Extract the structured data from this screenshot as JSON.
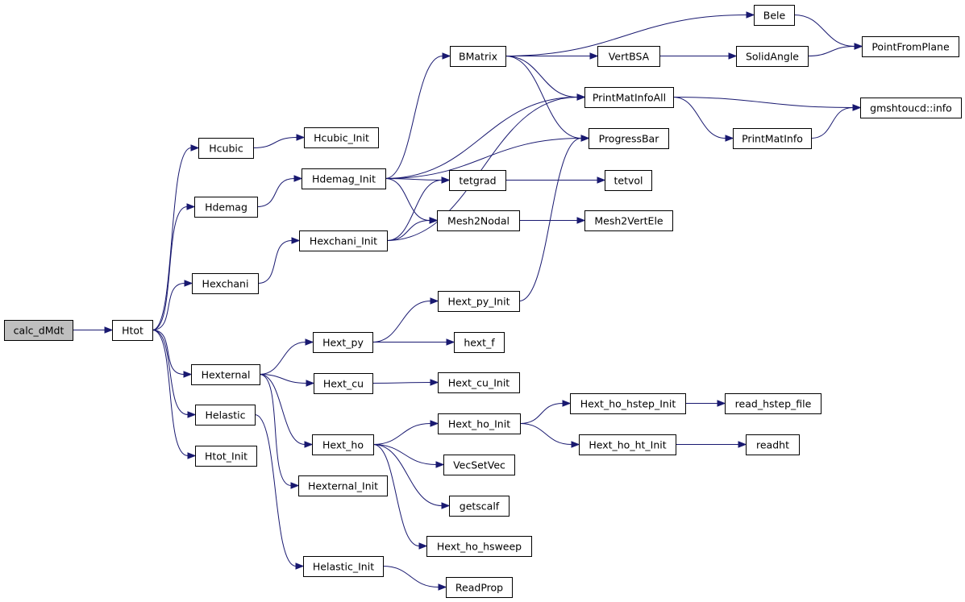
{
  "diagram": {
    "nodes": [
      {
        "id": "calc_dMdt",
        "label": "calc_dMdt",
        "root": true
      },
      {
        "id": "Htot",
        "label": "Htot"
      },
      {
        "id": "Hcubic",
        "label": "Hcubic"
      },
      {
        "id": "Hdemag",
        "label": "Hdemag"
      },
      {
        "id": "Hexchani",
        "label": "Hexchani"
      },
      {
        "id": "Hexternal",
        "label": "Hexternal"
      },
      {
        "id": "Helastic",
        "label": "Helastic"
      },
      {
        "id": "Htot_Init",
        "label": "Htot_Init"
      },
      {
        "id": "Hcubic_Init",
        "label": "Hcubic_Init"
      },
      {
        "id": "Hdemag_Init",
        "label": "Hdemag_Init"
      },
      {
        "id": "Hexchani_Init",
        "label": "Hexchani_Init"
      },
      {
        "id": "Hext_py",
        "label": "Hext_py"
      },
      {
        "id": "Hext_cu",
        "label": "Hext_cu"
      },
      {
        "id": "Hext_ho",
        "label": "Hext_ho"
      },
      {
        "id": "Hexternal_Init",
        "label": "Hexternal_Init"
      },
      {
        "id": "Helastic_Init",
        "label": "Helastic_Init"
      },
      {
        "id": "BMatrix",
        "label": "BMatrix"
      },
      {
        "id": "tetgrad",
        "label": "tetgrad"
      },
      {
        "id": "Mesh2Nodal",
        "label": "Mesh2Nodal"
      },
      {
        "id": "Hext_py_Init",
        "label": "Hext_py_Init"
      },
      {
        "id": "hext_f",
        "label": "hext_f"
      },
      {
        "id": "Hext_cu_Init",
        "label": "Hext_cu_Init"
      },
      {
        "id": "Hext_ho_Init",
        "label": "Hext_ho_Init"
      },
      {
        "id": "VecSetVec",
        "label": "VecSetVec"
      },
      {
        "id": "getscalf",
        "label": "getscalf"
      },
      {
        "id": "Hext_ho_hsweep",
        "label": "Hext_ho_hsweep"
      },
      {
        "id": "ReadProp",
        "label": "ReadProp"
      },
      {
        "id": "Bele",
        "label": "Bele"
      },
      {
        "id": "VertBSA",
        "label": "VertBSA"
      },
      {
        "id": "PrintMatInfoAll",
        "label": "PrintMatInfoAll"
      },
      {
        "id": "ProgressBar",
        "label": "ProgressBar"
      },
      {
        "id": "tetvol",
        "label": "tetvol"
      },
      {
        "id": "Mesh2VertEle",
        "label": "Mesh2VertEle"
      },
      {
        "id": "Hext_ho_hstep_Init",
        "label": "Hext_ho_hstep_Init"
      },
      {
        "id": "Hext_ho_ht_Init",
        "label": "Hext_ho_ht_Init"
      },
      {
        "id": "SolidAngle",
        "label": "SolidAngle"
      },
      {
        "id": "PrintMatInfo",
        "label": "PrintMatInfo"
      },
      {
        "id": "read_hstep_file",
        "label": "read_hstep_file"
      },
      {
        "id": "readht",
        "label": "readht"
      },
      {
        "id": "PointFromPlane",
        "label": "PointFromPlane"
      },
      {
        "id": "gmshtoucd_info",
        "label": "gmshtoucd::info"
      }
    ],
    "edges": [
      [
        "calc_dMdt",
        "Htot"
      ],
      [
        "Htot",
        "Hcubic"
      ],
      [
        "Htot",
        "Hdemag"
      ],
      [
        "Htot",
        "Hexchani"
      ],
      [
        "Htot",
        "Hexternal"
      ],
      [
        "Htot",
        "Helastic"
      ],
      [
        "Htot",
        "Htot_Init"
      ],
      [
        "Hcubic",
        "Hcubic_Init"
      ],
      [
        "Hdemag",
        "Hdemag_Init"
      ],
      [
        "Hexchani",
        "Hexchani_Init"
      ],
      [
        "Hexternal",
        "Hext_py"
      ],
      [
        "Hexternal",
        "Hext_cu"
      ],
      [
        "Hexternal",
        "Hext_ho"
      ],
      [
        "Hexternal",
        "Hexternal_Init"
      ],
      [
        "Helastic",
        "Helastic_Init"
      ],
      [
        "Hdemag_Init",
        "BMatrix"
      ],
      [
        "Hdemag_Init",
        "PrintMatInfoAll"
      ],
      [
        "Hdemag_Init",
        "ProgressBar"
      ],
      [
        "Hdemag_Init",
        "tetgrad"
      ],
      [
        "Hdemag_Init",
        "Mesh2Nodal"
      ],
      [
        "Hexchani_Init",
        "tetgrad"
      ],
      [
        "Hexchani_Init",
        "Mesh2Nodal"
      ],
      [
        "Hexchani_Init",
        "PrintMatInfoAll"
      ],
      [
        "Hext_py",
        "Hext_py_Init"
      ],
      [
        "Hext_py",
        "hext_f"
      ],
      [
        "Hext_py_Init",
        "ProgressBar"
      ],
      [
        "Hext_cu",
        "Hext_cu_Init"
      ],
      [
        "Hext_ho",
        "Hext_ho_Init"
      ],
      [
        "Hext_ho",
        "VecSetVec"
      ],
      [
        "Hext_ho",
        "getscalf"
      ],
      [
        "Hext_ho",
        "Hext_ho_hsweep"
      ],
      [
        "Helastic_Init",
        "ReadProp"
      ],
      [
        "BMatrix",
        "Bele"
      ],
      [
        "BMatrix",
        "VertBSA"
      ],
      [
        "BMatrix",
        "PrintMatInfoAll"
      ],
      [
        "BMatrix",
        "ProgressBar"
      ],
      [
        "tetgrad",
        "tetvol"
      ],
      [
        "Mesh2Nodal",
        "Mesh2VertEle"
      ],
      [
        "Hext_ho_Init",
        "Hext_ho_hstep_Init"
      ],
      [
        "Hext_ho_Init",
        "Hext_ho_ht_Init"
      ],
      [
        "VertBSA",
        "SolidAngle"
      ],
      [
        "PrintMatInfoAll",
        "gmshtoucd_info"
      ],
      [
        "PrintMatInfoAll",
        "PrintMatInfo"
      ],
      [
        "Hext_ho_hstep_Init",
        "read_hstep_file"
      ],
      [
        "Hext_ho_ht_Init",
        "readht"
      ],
      [
        "Bele",
        "PointFromPlane"
      ],
      [
        "SolidAngle",
        "PointFromPlane"
      ],
      [
        "PrintMatInfo",
        "gmshtoucd_info"
      ]
    ],
    "colors": {
      "edge": "#191970",
      "node_fill": "#ffffff",
      "root_fill": "#bfbfbf",
      "node_border": "#000000"
    }
  }
}
